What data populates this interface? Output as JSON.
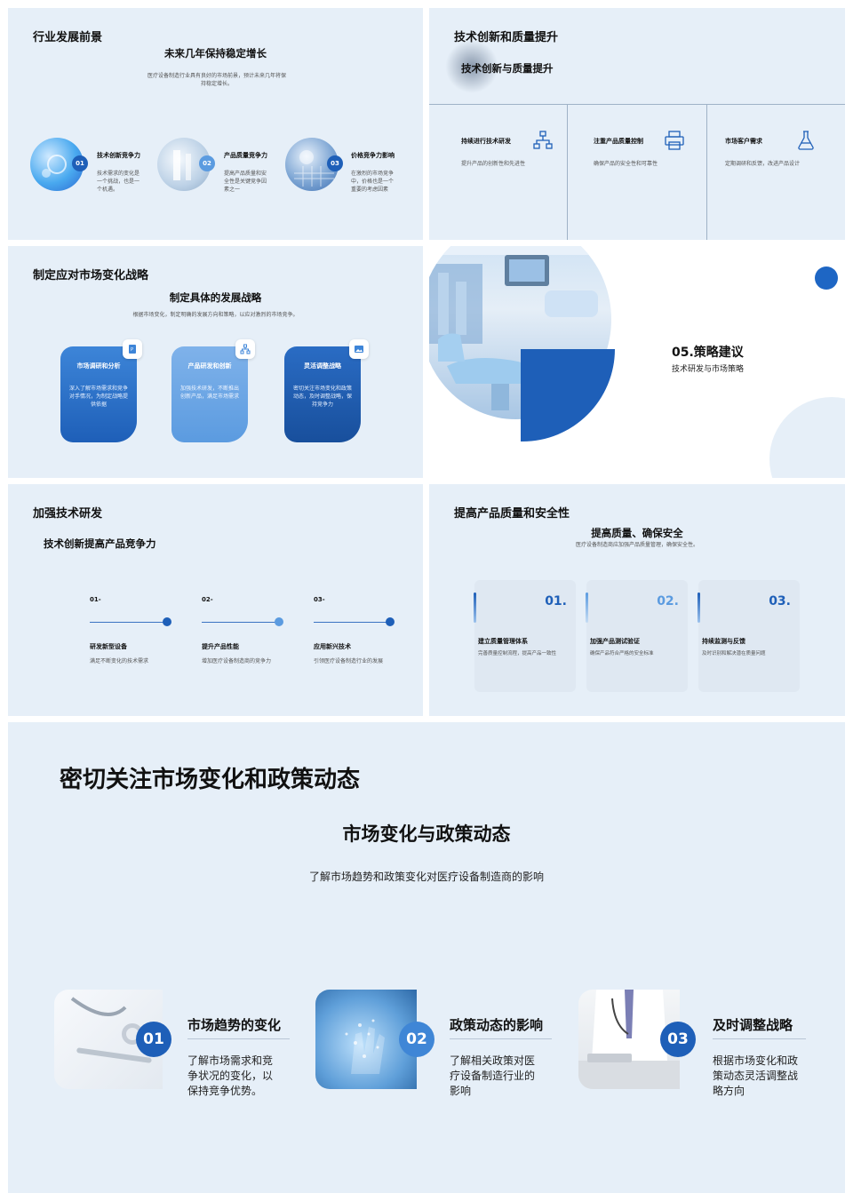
{
  "slide1": {
    "title": "行业发展前景",
    "subtitle": "未来几年保持稳定增长",
    "desc": "医疗设备制造行业具有良好的市场前景，预计未来几年将保持稳定增长。",
    "items": [
      {
        "num": "01",
        "title": "技术创新竞争力",
        "text": "技术需求的变化是一个挑战，也是一个机遇。"
      },
      {
        "num": "02",
        "title": "产品质量竞争力",
        "text": "提高产品质量和安全性是关键竞争因素之一"
      },
      {
        "num": "03",
        "title": "价格竞争力影响",
        "text": "在激烈的市场竞争中，价格也是一个重要的考虑因素"
      }
    ]
  },
  "slide2": {
    "title": "技术创新和质量提升",
    "subtitle": "技术创新与质量提升",
    "items": [
      {
        "title": "持续进行技术研发",
        "text": "提升产品的创新性和先进性",
        "icon": "org-chart-icon"
      },
      {
        "title": "注重产品质量控制",
        "text": "确保产品的安全性和可靠性",
        "icon": "printer-icon"
      },
      {
        "title": "市场客户需求",
        "text": "定期调研和反馈，改进产品设计",
        "icon": "flask-icon"
      }
    ]
  },
  "slide3": {
    "title": "制定应对市场变化战略",
    "subtitle": "制定具体的发展战略",
    "desc": "根据市场变化，制定明确的发展方向和策略，以应对激烈的市场竞争。",
    "cards": [
      {
        "title": "市场调研和分析",
        "text": "深入了解市场需求和竞争对手情况，为制定战略提供依据",
        "icon": "document-icon"
      },
      {
        "title": "产品研发和创新",
        "text": "加强技术研发，不断推出创新产品，满足市场需求",
        "icon": "network-icon"
      },
      {
        "title": "灵活调整战略",
        "text": "密切关注市场变化和政策动态，及时调整战略，保持竞争力",
        "icon": "image-icon"
      }
    ]
  },
  "slide4": {
    "title": "05.策略建议",
    "subtitle": "技术研发与市场策略"
  },
  "slide5": {
    "title": "加强技术研发",
    "subtitle": "技术创新提高产品竞争力",
    "steps": [
      {
        "num": "01-",
        "title": "研发新型设备",
        "text": "满足不断变化的技术需求"
      },
      {
        "num": "02-",
        "title": "提升产品性能",
        "text": "增加医疗设备制造商的竞争力"
      },
      {
        "num": "03-",
        "title": "应用新兴技术",
        "text": "引领医疗设备制造行业的发展"
      }
    ]
  },
  "slide6": {
    "title": "提高产品质量和安全性",
    "subtitle": "提高质量、确保安全",
    "desc": "医疗设备制造商应加强产品质量管理，确保安全性。",
    "cards": [
      {
        "num": "01.",
        "title": "建立质量管理体系",
        "text": "完善质量控制流程，提高产品一致性"
      },
      {
        "num": "02.",
        "title": "加强产品测试验证",
        "text": "确保产品符合严格的安全标准"
      },
      {
        "num": "03.",
        "title": "持续监测与反馈",
        "text": "及时识别和解决潜在质量问题"
      }
    ]
  },
  "slide7": {
    "title": "密切关注市场变化和政策动态",
    "subtitle": "市场变化与政策动态",
    "desc": "了解市场趋势和政策变化对医疗设备制造商的影响",
    "items": [
      {
        "num": "01",
        "title": "市场趋势的变化",
        "text": "了解市场需求和竞争状况的变化，以保持竞争优势。"
      },
      {
        "num": "02",
        "title": "政策动态的影响",
        "text": "了解相关政策对医疗设备制造行业的影响"
      },
      {
        "num": "03",
        "title": "及时调整战略",
        "text": "根据市场变化和政策动态灵活调整战略方向"
      }
    ]
  },
  "colors": {
    "primary": "#1e5fb8",
    "light_blue": "#5b9be0",
    "background": "#e6eff8"
  }
}
